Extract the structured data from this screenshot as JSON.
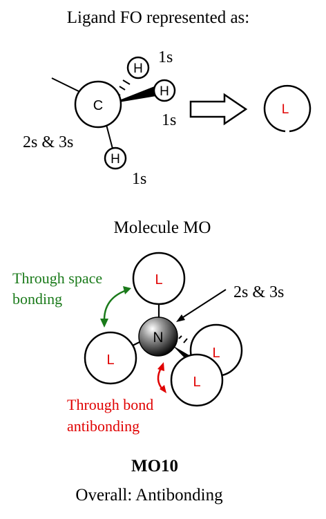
{
  "top": {
    "title": "Ligand FO represented as:",
    "carbon": "C",
    "hydrogens": [
      "H",
      "H",
      "H"
    ],
    "orbital_labels": [
      "1s",
      "1s",
      "1s"
    ],
    "carbon_orbitals": "2s & 3s",
    "ligand_symbol": "L"
  },
  "bottom": {
    "title": "Molecule MO",
    "nitrogen": "N",
    "ligands": [
      "L",
      "L",
      "L",
      "L"
    ],
    "nitrogen_orbitals": "2s & 3s",
    "through_space_line1": "Through space",
    "through_space_line2": "bonding",
    "through_bond_line1": "Through bond",
    "through_bond_line2": "antibonding",
    "mo_name": "MO10",
    "overall": "Overall: Antibonding"
  },
  "colors": {
    "text": "#000000",
    "ligand_label": "#e00000",
    "space_bonding": "#1a7a1a",
    "bond_antibonding": "#e00000"
  }
}
